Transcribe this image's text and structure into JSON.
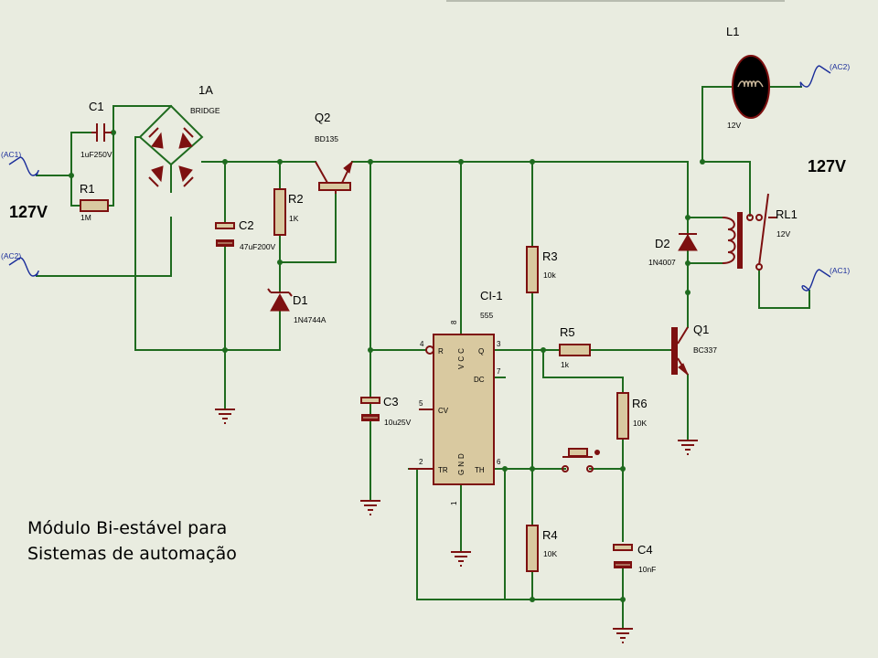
{
  "caption": [
    "Módulo Bi-estável para",
    "Sistemas de automação"
  ],
  "voltage_labels": {
    "left": "127V",
    "right": "127V"
  },
  "terminals": {
    "ac1_left": "(AC1)",
    "ac2_left": "(AC2)",
    "ac2_right": "(AC2)",
    "ac1_right": "(AC1)"
  },
  "components": {
    "c1": {
      "ref": "C1",
      "value": "1uF250V"
    },
    "r1": {
      "ref": "R1",
      "value": "1M"
    },
    "bridge": {
      "ref": "1A",
      "value": "BRIDGE"
    },
    "c2": {
      "ref": "C2",
      "value": "47uF200V"
    },
    "r2": {
      "ref": "R2",
      "value": "1K"
    },
    "d1": {
      "ref": "D1",
      "value": "1N4744A"
    },
    "q2": {
      "ref": "Q2",
      "value": "BD135"
    },
    "c3": {
      "ref": "C3",
      "value": "10u25V"
    },
    "ci1": {
      "ref": "CI-1",
      "value": "555"
    },
    "r3": {
      "ref": "R3",
      "value": "10k"
    },
    "r4": {
      "ref": "R4",
      "value": "10K"
    },
    "r5": {
      "ref": "R5",
      "value": "1k"
    },
    "r6": {
      "ref": "R6",
      "value": "10K"
    },
    "c4": {
      "ref": "C4",
      "value": "10nF"
    },
    "q1": {
      "ref": "Q1",
      "value": "BC337"
    },
    "d2": {
      "ref": "D2",
      "value": "1N4007"
    },
    "rl1": {
      "ref": "RL1",
      "value": "12V"
    },
    "l1": {
      "ref": "L1",
      "value": "12V"
    }
  },
  "ic_pins": {
    "p4": "4",
    "r": "R",
    "p3": "3",
    "q": "Q",
    "p7": "7",
    "dc": "DC",
    "p5": "5",
    "cv": "CV",
    "p2": "2",
    "tr": "TR",
    "p6": "6",
    "th": "TH",
    "p8": "8",
    "vcc": "VCC",
    "p1": "1",
    "gnd": "GND"
  }
}
